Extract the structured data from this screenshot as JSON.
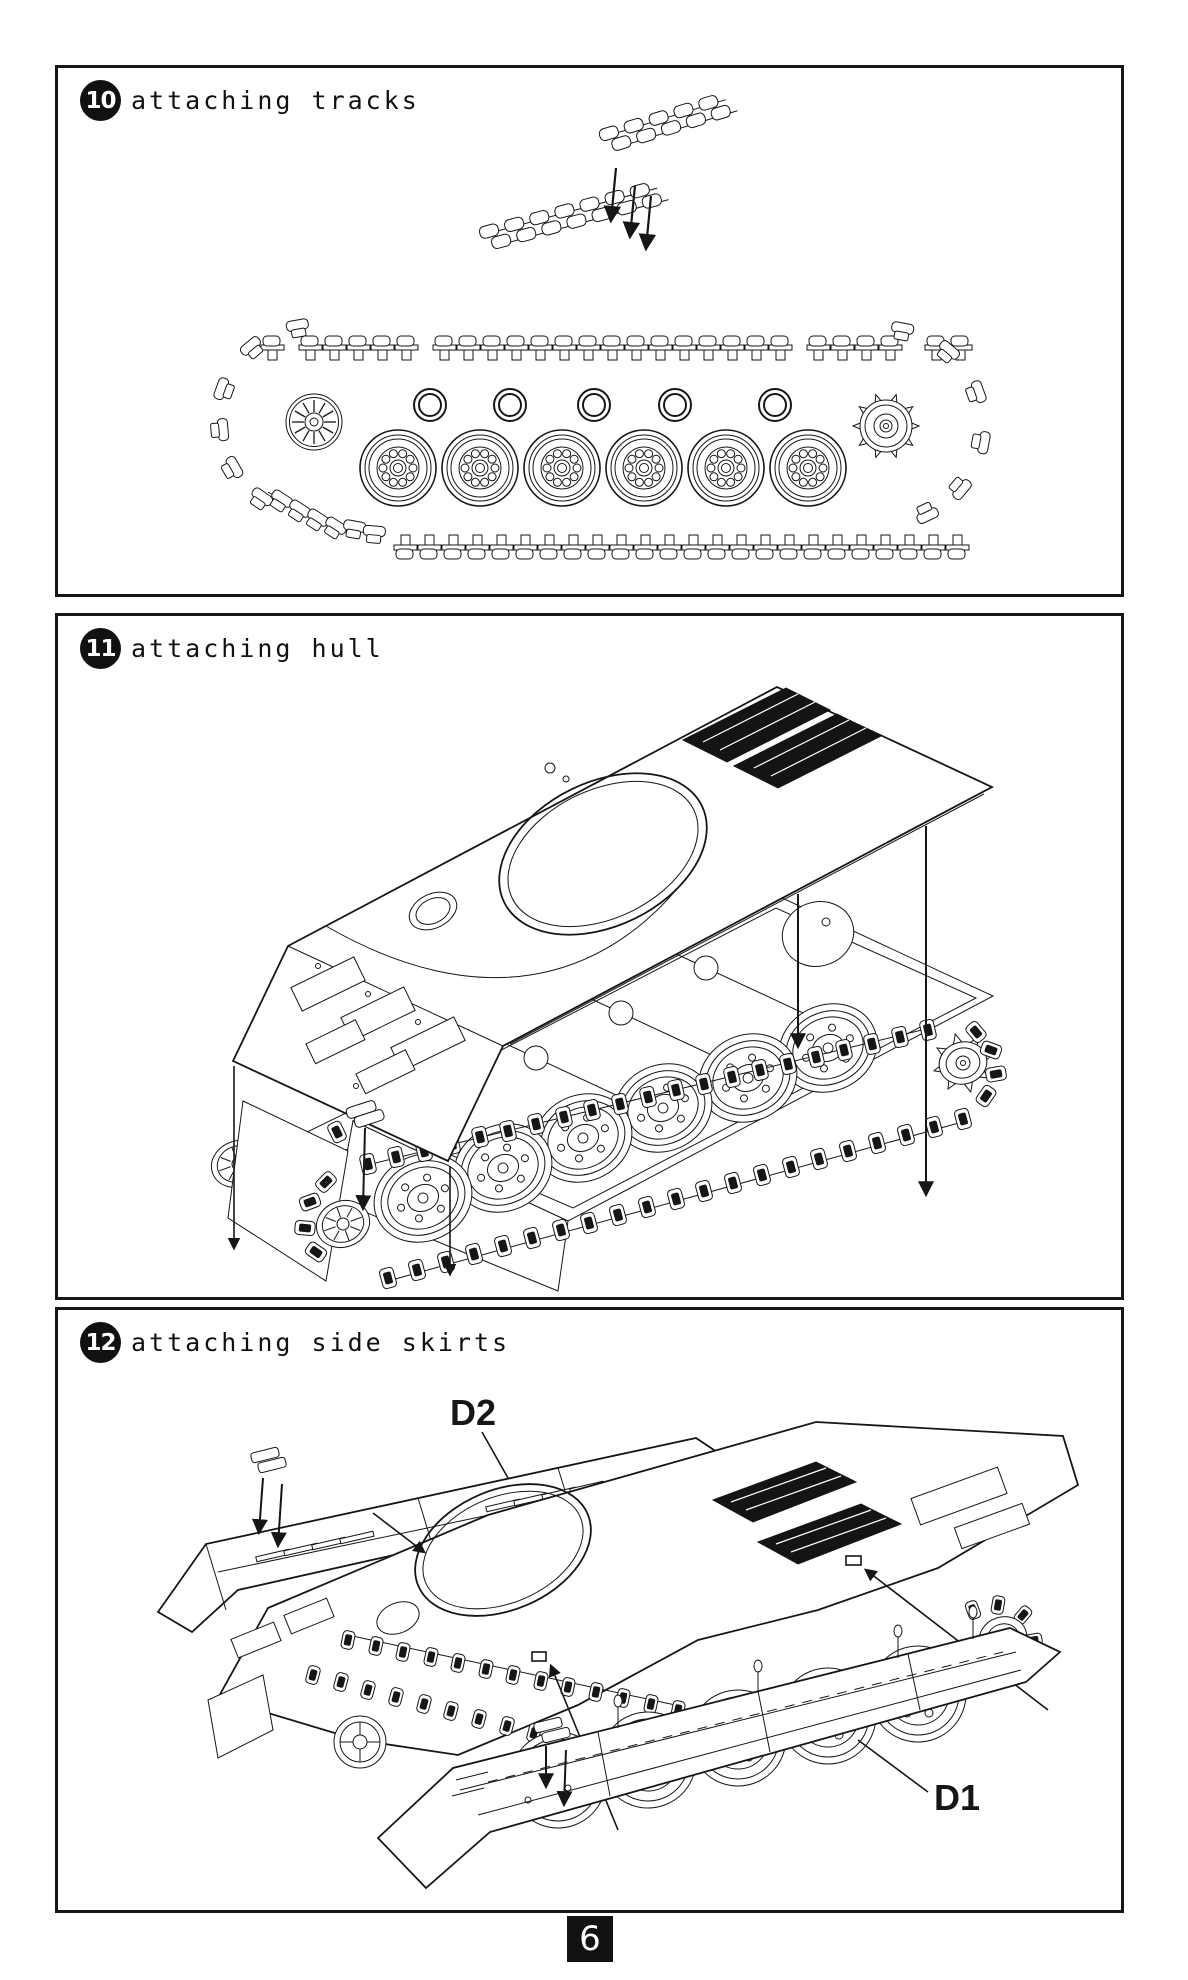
{
  "page": {
    "number": "6"
  },
  "colors": {
    "ink": "#161616",
    "paper": "#ffffff"
  },
  "steps": [
    {
      "number": "10",
      "title": "attaching tracks"
    },
    {
      "number": "11",
      "title": "attaching hull"
    },
    {
      "number": "12",
      "title": "attaching side skirts"
    }
  ],
  "labels": {
    "d1": "D1",
    "d2": "D2"
  }
}
